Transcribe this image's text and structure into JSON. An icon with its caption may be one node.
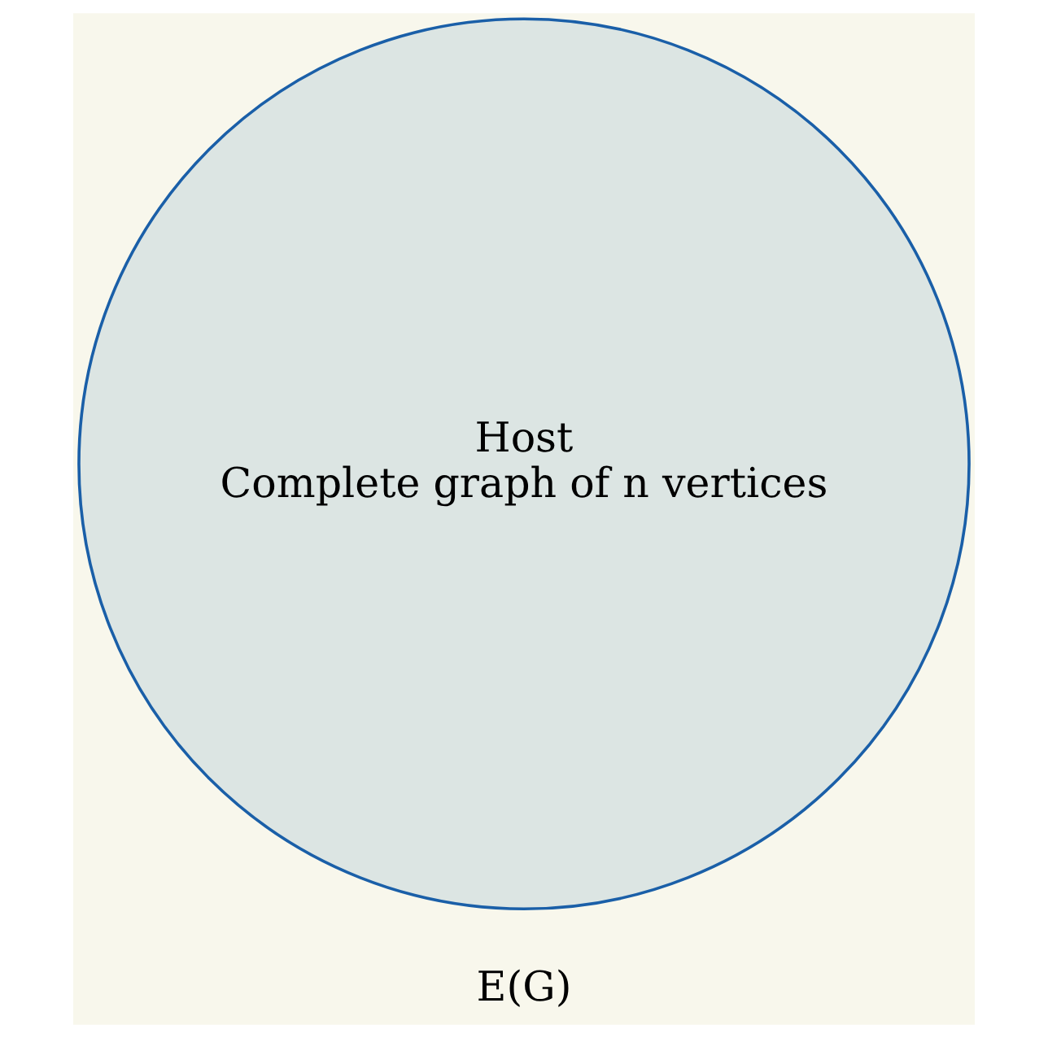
{
  "diagram": {
    "nodes": [
      {
        "text": [
          "Host",
          "Complete graph of n vertices"
        ]
      }
    ],
    "edges": [],
    "labels": [
      "E(G)"
    ]
  }
}
